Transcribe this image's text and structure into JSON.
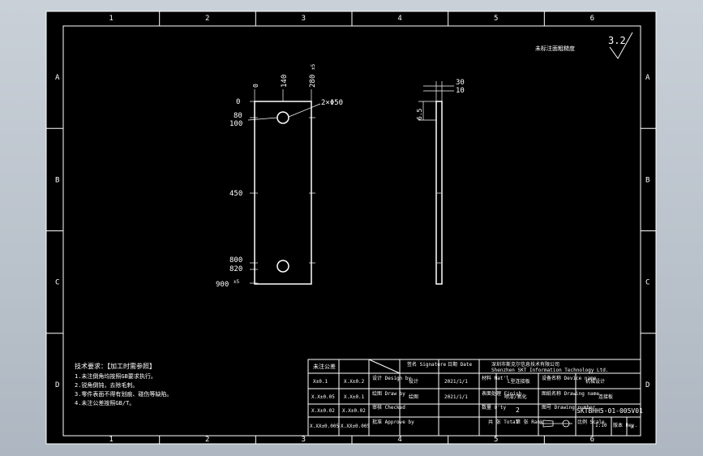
{
  "drawing": {
    "grid_cols": [
      "1",
      "2",
      "3",
      "4",
      "5",
      "6"
    ],
    "grid_rows": [
      "A",
      "B",
      "C",
      "D"
    ],
    "roughness_value": "3.2",
    "roughness_note": "未标注面粗糙度",
    "front_view": {
      "x_dims": [
        "0",
        "140",
        "280",
        "±5"
      ],
      "y_dims": [
        "0",
        "80",
        "100",
        "450",
        "800",
        "820",
        "900",
        "±5"
      ],
      "hole_callout": "2×Φ50"
    },
    "side_view": {
      "dims": [
        "30",
        "10",
        "6.5"
      ]
    },
    "tech_notes": {
      "title": "技术要求：【加工时需参照】",
      "lines": [
        "1.未注倒角均按照GB要求执行。",
        "2.锐角倒钝，去除毛刺。",
        "3.零件表面不得有划痕、碰伤等缺陷。",
        "4.未注公差按照GB/T。"
      ]
    },
    "title_block": {
      "tolerance_header": "未注公差",
      "tol_rows": [
        [
          "X±0.1",
          "X.X±0.2"
        ],
        [
          "X.X±0.05",
          "X.X±0.1"
        ],
        [
          "X.X±0.02",
          "X.X±0.02"
        ],
        [
          "X.XX±0.005",
          "X.XX±0.005"
        ]
      ],
      "sig_header": "签名\nSignature",
      "date_header": "日期\nDate",
      "designed_by": "设计\nDesign by",
      "drawn_by": "绘图\nDraw by",
      "checked": "审核\nChecked",
      "approved": "批准\nApprove by",
      "designer": "设计",
      "drawer": "绘图",
      "date1": "2021/1/1",
      "date2": "2021/1/1",
      "company_cn": "深圳市斯克尔信息技术有限公司",
      "company_en": "Shenzhen SKT Information Technology Ltd.",
      "material_label": "材料\nMat'l",
      "material_value": "L型连接板",
      "device_label": "设备名称\nDevice name",
      "device_value": "机械设计",
      "finish_label": "表面处理\nFinish",
      "finish_value": "喷漆/氧化",
      "drawing_name_label": "图纸名称\nDrawing name",
      "drawing_name_value": "连接板",
      "qty_label": "数量\nQ'ty",
      "qty_value": "2",
      "drawing_no_label": "图号\nDrawing number",
      "drawing_no_value": "SKTBHH5-01-005V01",
      "total_label": "共 张\nTotal",
      "rank_label": "第 张\nRank",
      "scale_label": "比例\nScale",
      "scale_value": "1:10",
      "rev_label": "版本\nRev.",
      "rev_value": "A"
    }
  }
}
